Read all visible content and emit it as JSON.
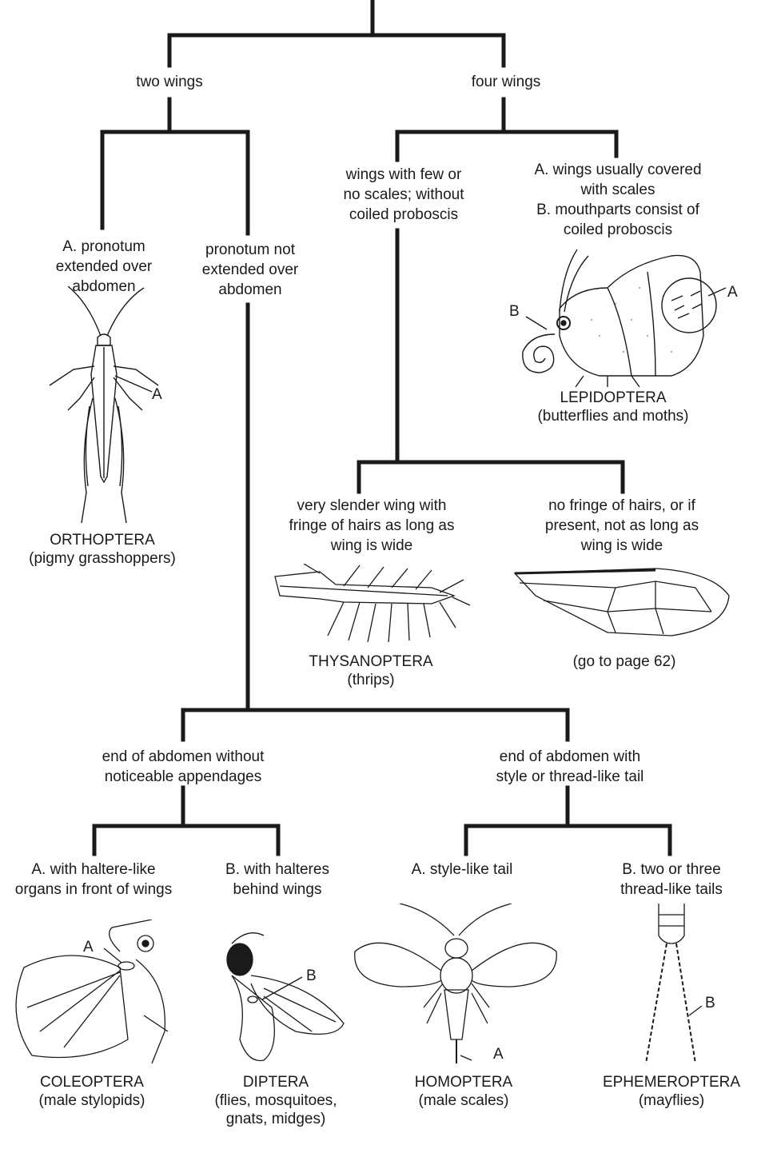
{
  "nodes": {
    "two_wings": "two wings",
    "four_wings": "four wings",
    "pronotum_extended": "A. pronotum\nextended over\nabdomen",
    "pronotum_not_extended": "pronotum not\nextended over\nabdomen",
    "few_scales": "wings with few or\nno scales; without\ncoiled proboscis",
    "scales": "A. wings usually covered\nwith scales\nB. mouthparts consist of\ncoiled proboscis",
    "slender_wing": "very slender wing with\nfringe of hairs as long as\nwing is wide",
    "no_fringe": "no fringe of hairs, or if\npresent, not as long as\nwing is wide",
    "no_appendages": "end of abdomen without\nnoticeable appendages",
    "tail": "end of abdomen with\nstyle or thread-like tail",
    "haltere_front": "A. with haltere-like\norgans in front of wings",
    "halteres_behind": "B. with halteres\nbehind wings",
    "style_tail": "A. style-like tail",
    "thread_tails": "B. two or three\nthread-like tails"
  },
  "results": {
    "orthoptera": "ORTHOPTERA\n(pigmy grasshoppers)",
    "lepidoptera": "LEPIDOPTERA\n(butterflies and moths)",
    "thysanoptera": "THYSANOPTERA\n(thrips)",
    "go_to": "(go to page 62)",
    "coleoptera": "COLEOPTERA\n(male stylopids)",
    "diptera": "DIPTERA\n(flies, mosquitoes,\ngnats, midges)",
    "homoptera": "HOMOPTERA\n(male scales)",
    "ephemeroptera": "EPHEMEROPTERA\n(mayflies)"
  },
  "callouts": {
    "orthoptera_a": "A",
    "lepidoptera_a": "A",
    "lepidoptera_b": "B",
    "coleoptera_a": "A",
    "diptera_b": "B",
    "homoptera_a": "A",
    "ephemeroptera_b": "B"
  },
  "colors": {
    "line": "#1a1a1a",
    "text": "#1a1a1a",
    "background": "#ffffff"
  }
}
